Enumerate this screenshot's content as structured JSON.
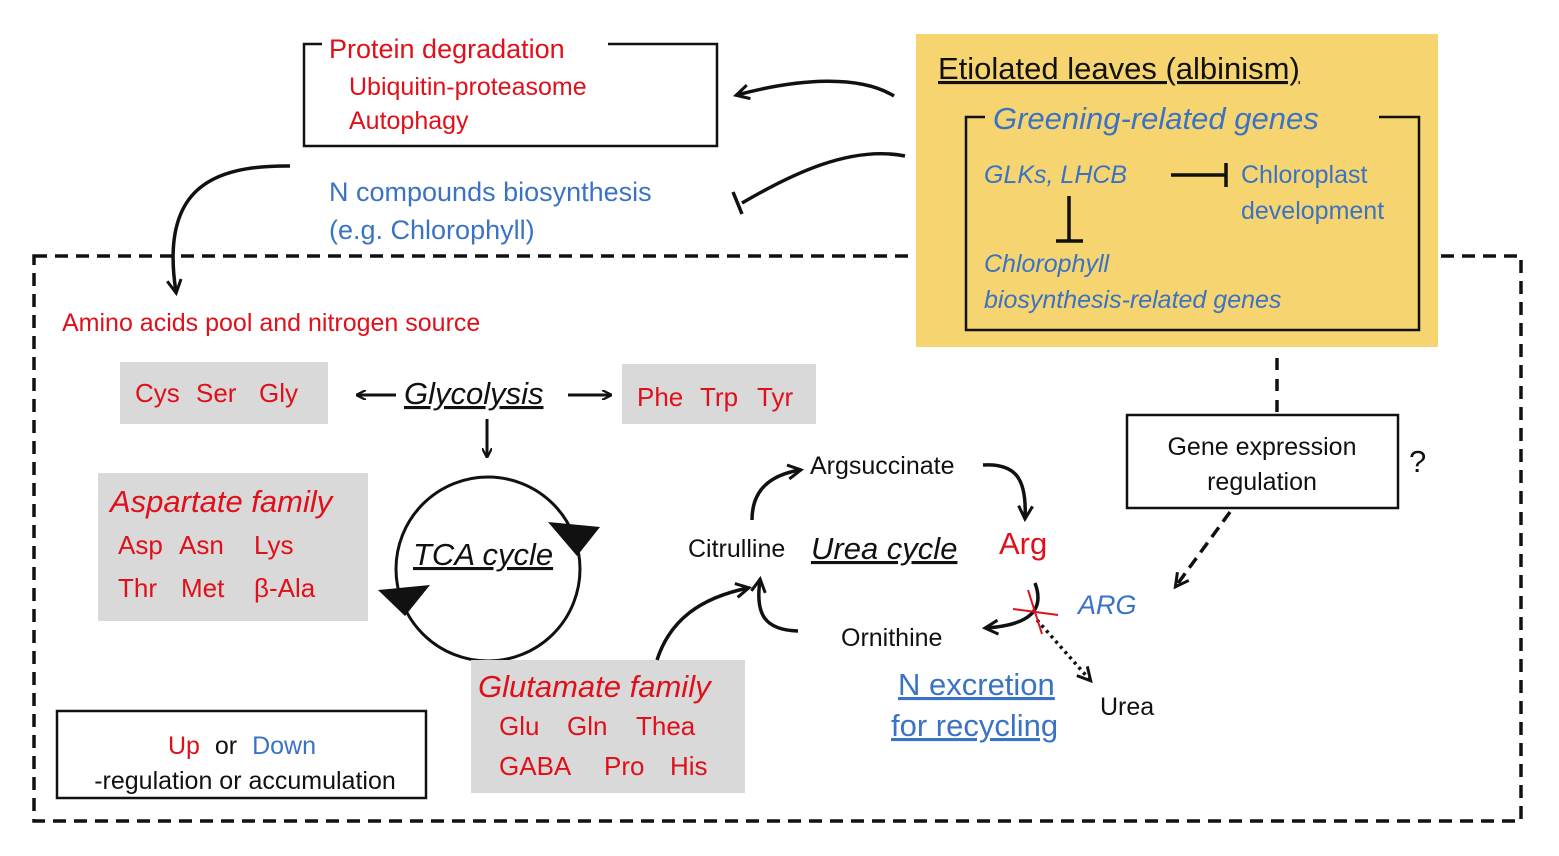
{
  "colors": {
    "up": "#e0101a",
    "down": "#3b73c4",
    "highlight_panel": "#f6d46f",
    "family_box": "#d9d9d9",
    "text": "#111111"
  },
  "protein_degradation": {
    "title": "Protein degradation",
    "items": [
      "Ubiquitin-proteasome",
      "Autophagy"
    ]
  },
  "n_compounds": {
    "line1": "N compounds biosynthesis",
    "line2": "(e.g. Chlorophyll)"
  },
  "etiolated": {
    "title": "Etiolated leaves (albinism)",
    "genes_title": "Greening-related genes",
    "glk": "GLKs, LHCB",
    "chloroplast": [
      "Chloroplast",
      "development"
    ],
    "chlorophyll": [
      "Chlorophyll",
      "biosynthesis-related genes"
    ]
  },
  "amino_pool": "Amino acids pool and nitrogen source",
  "glycolysis": "Glycolysis",
  "cys_group": [
    "Cys",
    "Ser",
    "Gly"
  ],
  "phe_group": [
    "Phe",
    "Trp",
    "Tyr"
  ],
  "tca": "TCA cycle",
  "aspartate": {
    "title": "Aspartate family",
    "row1": [
      "Asp",
      "Asn",
      "Lys"
    ],
    "row2": [
      "Thr",
      "Met",
      "β-Ala"
    ]
  },
  "glutamate": {
    "title": "Glutamate family",
    "row1": [
      "Glu",
      "Gln",
      "Thea"
    ],
    "row2": [
      "GABA",
      "Pro",
      "His"
    ]
  },
  "urea_cycle": {
    "title": "Urea cycle",
    "argsuccinate": "Argsuccinate",
    "citrulline": "Citrulline",
    "arg": "Arg",
    "ornithine": "Ornithine",
    "arg_enzyme": "ARG",
    "urea": "Urea"
  },
  "gene_expression": {
    "line1": "Gene expression",
    "line2": "regulation",
    "question": "?"
  },
  "n_excretion": [
    "N excretion",
    "for recycling"
  ],
  "legend": {
    "up": "Up",
    "or": "or",
    "down": "Down",
    "line2": "-regulation or accumulation"
  }
}
